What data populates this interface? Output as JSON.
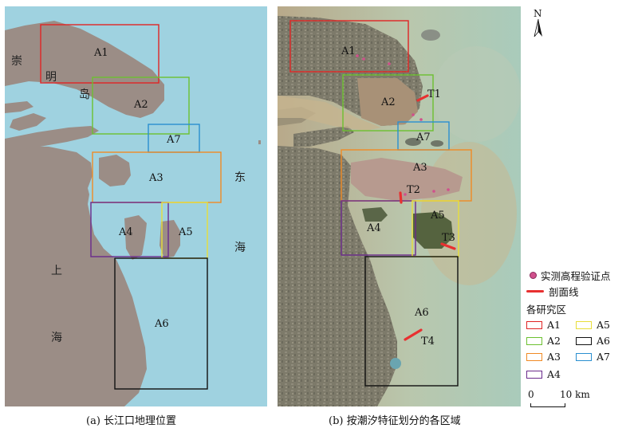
{
  "panel_a": {
    "caption": "(a) 长江口地理位置",
    "labels": {
      "chong": "崇",
      "ming": "明",
      "dao": "岛",
      "dong": "东",
      "hai_sea": "海",
      "shang": "上",
      "hai_city": "海"
    },
    "regions": {
      "A1": "A1",
      "A2": "A2",
      "A3": "A3",
      "A4": "A4",
      "A5": "A5",
      "A6": "A6",
      "A7": "A7"
    }
  },
  "panel_b": {
    "caption": "(b) 按潮汐特征划分的各区域",
    "regions": {
      "A1": "A1",
      "A2": "A2",
      "A3": "A3",
      "A4": "A4",
      "A5": "A5",
      "A6": "A6",
      "A7": "A7"
    },
    "transects": {
      "T1": "T1",
      "T2": "T2",
      "T3": "T3",
      "T4": "T4"
    }
  },
  "north_arrow": {
    "label": "N"
  },
  "legend": {
    "validation_points": "实测高程验证点",
    "profile_line": "剖面线",
    "regions_title": "各研究区",
    "items": [
      {
        "label": "A1",
        "color": "#e02424"
      },
      {
        "label": "A5",
        "color": "#e8de3a"
      },
      {
        "label": "A2",
        "color": "#6cc030"
      },
      {
        "label": "A6",
        "color": "#111111"
      },
      {
        "label": "A3",
        "color": "#f08a24"
      },
      {
        "label": "A7",
        "color": "#2a8fd0"
      },
      {
        "label": "A4",
        "color": "#6a2a8c"
      }
    ]
  },
  "scale_bar": {
    "zero": "0",
    "distance": "10 km"
  },
  "colors": {
    "water_a": "#9fd2e0",
    "land_a": "#9b8d86",
    "A1": "#e02424",
    "A2": "#6cc030",
    "A3": "#f08a24",
    "A4": "#6a2a8c",
    "A5": "#e8de3a",
    "A6": "#111111",
    "A7": "#2a8fd0",
    "validation_point": "#d0508c",
    "profile_line": "#e83030"
  }
}
